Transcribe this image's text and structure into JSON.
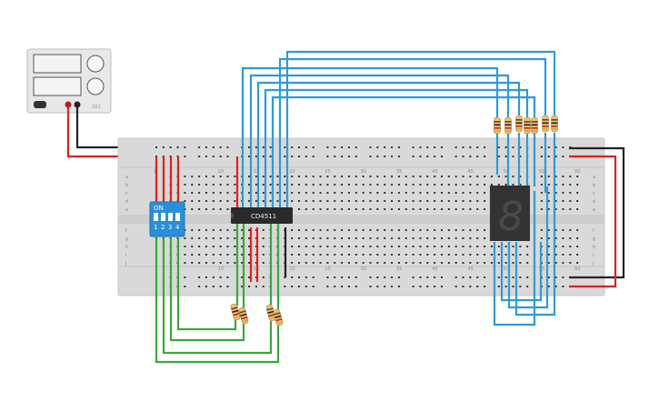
{
  "app": {
    "title": "Circuit simulator canvas"
  },
  "power_supply": {
    "display_top": "",
    "display_bottom": "",
    "brand": "ZE2"
  },
  "breadboard": {
    "row_letters_left_top": [
      "a",
      "b",
      "c",
      "d",
      "e"
    ],
    "row_letters_left_bottom": [
      "f",
      "g",
      "h",
      "i",
      "j"
    ],
    "column_numbers_top": [
      "1",
      "10",
      "15",
      "20",
      "25",
      "30",
      "35",
      "40",
      "45",
      "50",
      "55",
      "60"
    ],
    "column_numbers_bottom": [
      "10",
      "15",
      "20",
      "25",
      "30",
      "35",
      "40",
      "45",
      "50",
      "55",
      "60"
    ]
  },
  "dip_switch": {
    "on_label": "ON",
    "position_labels": [
      "1",
      "2",
      "3",
      "4"
    ]
  },
  "ic": {
    "label": "CD4511"
  },
  "seven_segment": {
    "digit": "8"
  },
  "colors": {
    "wire_blue": "#2e9bd6",
    "wire_red": "#e0201a",
    "wire_black": "#222222",
    "wire_green": "#3aa83a",
    "breadboard": "#d9d9d9",
    "dip_switch": "#2a8fd8",
    "ic_body": "#2a2a2a",
    "display_body": "#333333",
    "resistor_body": "#e8c07a"
  }
}
